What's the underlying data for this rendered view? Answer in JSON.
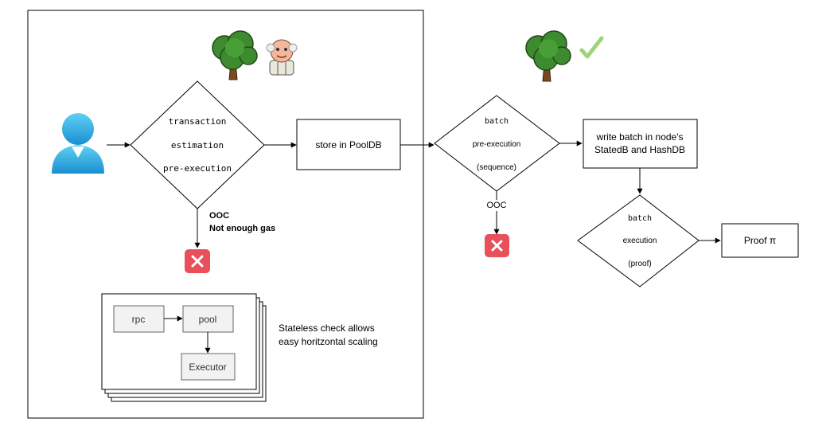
{
  "left_diamond": {
    "line1": "transaction",
    "line2": "estimation",
    "line3": "pre-execution"
  },
  "pooldb_box": {
    "label": "store in PoolDB"
  },
  "left_error": {
    "line1": "OOC",
    "line2": "Not enough gas"
  },
  "stack": {
    "rpc": "rpc",
    "pool": "pool",
    "executor": "Executor"
  },
  "scaling_note": {
    "line1": "Stateless check allows",
    "line2": "easy horitzontal scaling"
  },
  "batch_diamond": {
    "line1": "batch",
    "line2": "pre-execution",
    "line3": "(sequence)"
  },
  "batch_error": {
    "label": "OOC"
  },
  "write_box": {
    "line1": "write batch in node's",
    "line2": "StatedB and HashDB"
  },
  "exec_diamond": {
    "line1": "batch",
    "line2": "execution",
    "line3": "(proof)"
  },
  "proof_box": {
    "label": "Proof π"
  },
  "icons": [
    "user-icon",
    "tree-icon",
    "old-man-icon",
    "checkmark-icon",
    "error-x-icon"
  ],
  "colors": {
    "user": "#2b9fd6",
    "error": "#e8505b",
    "tree_leaf": "#3d8b2e",
    "tree_trunk": "#7a4a1f",
    "check": "#9ed47a"
  }
}
